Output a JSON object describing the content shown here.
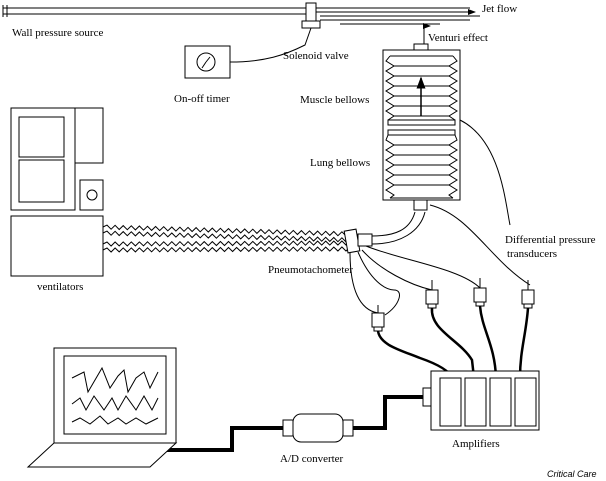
{
  "labels": {
    "wall_pressure_source": "Wall pressure source",
    "jet_flow": "Jet flow",
    "venturi_effect": "Venturi effect",
    "solenoid_valve": "Solenoid valve",
    "on_off_timer": "On-off timer",
    "muscle_bellows": "Muscle bellows",
    "lung_bellows": "Lung bellows",
    "differential_pressure_transducers_line1": "Differential pressure",
    "differential_pressure_transducers_line2": "transducers",
    "ventilators": "ventilators",
    "pneumotachometer": "Pneumotachometer",
    "ad_converter": "A/D converter",
    "amplifiers": "Amplifiers",
    "credit": "Critical Care"
  }
}
